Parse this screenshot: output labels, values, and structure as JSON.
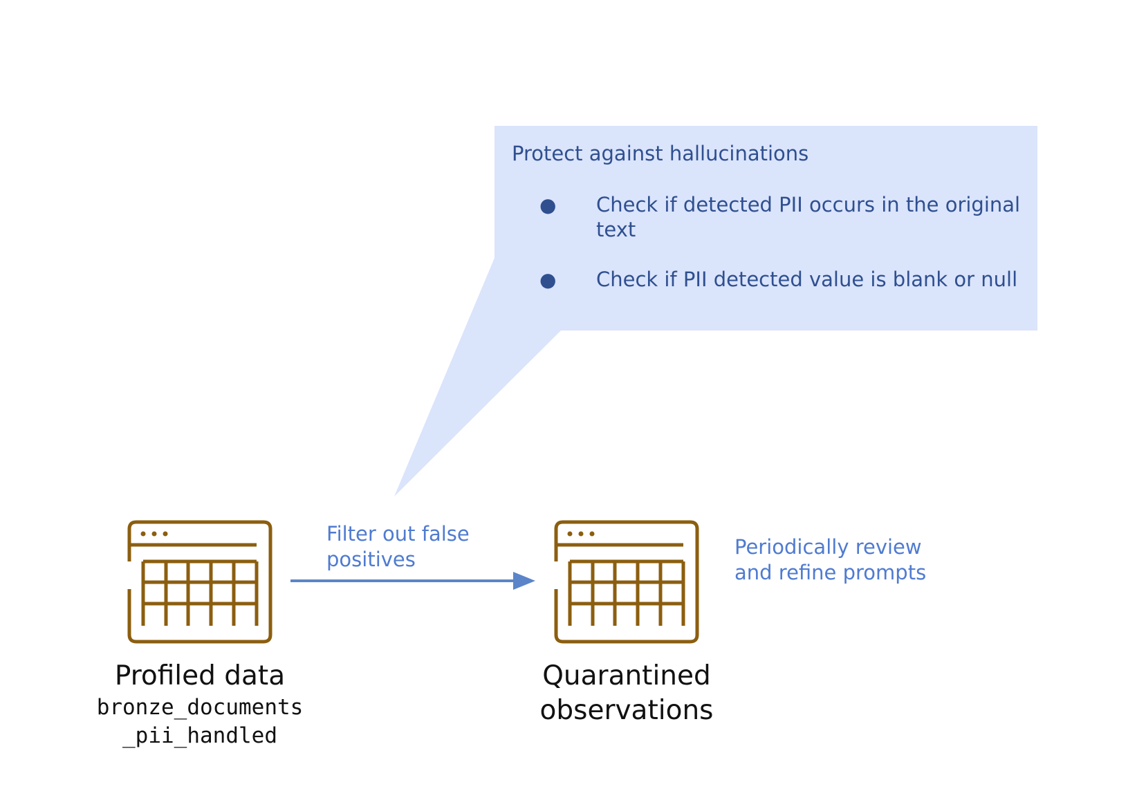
{
  "callout": {
    "title": "Protect against hallucinations",
    "bullets": [
      "Check if detected PII occurs in the original text",
      "Check if PII detected value is blank or null"
    ]
  },
  "edges": {
    "filter_label": "Filter out false positives",
    "review_label": "Periodically review and refine prompts"
  },
  "nodes": {
    "profiled": {
      "label": "Profiled data",
      "table_name_line1": "bronze_documents",
      "table_name_line2": "_pii_handled"
    },
    "quarantined": {
      "label_line1": "Quarantined",
      "label_line2": "observations"
    }
  },
  "icons": {
    "table": "table-window-icon",
    "bullet": "bullet-icon",
    "arrow": "arrow-right-icon"
  },
  "colors": {
    "callout_fill": "#dae4fb",
    "callout_text": "#2f4f8f",
    "edge_label": "#4f7bd0",
    "arrow": "#5b85c8",
    "icon": "#8b5e0f",
    "node_text": "#111111"
  }
}
